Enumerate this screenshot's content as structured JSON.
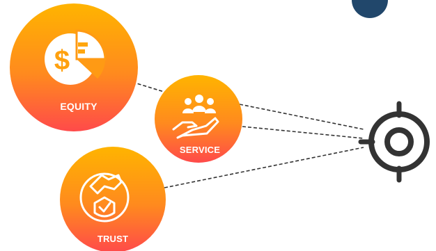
{
  "nodes": {
    "equity": {
      "label": "EQUITY",
      "icon": "pie-chart-dollar-icon"
    },
    "service": {
      "label": "SERVICE",
      "icon": "people-in-hand-icon"
    },
    "trust": {
      "label": "TRUST",
      "icon": "handshake-shield-icon"
    }
  },
  "target": {
    "icon": "target-crosshair-icon"
  },
  "colors": {
    "gradient_top": "#FFB400",
    "gradient_mid": "#FF8A1E",
    "gradient_bottom": "#FF4A4A",
    "connector": "#333333",
    "target": "#333333",
    "icon_fill": "#ffffff",
    "corner_accent": "#21476B"
  }
}
